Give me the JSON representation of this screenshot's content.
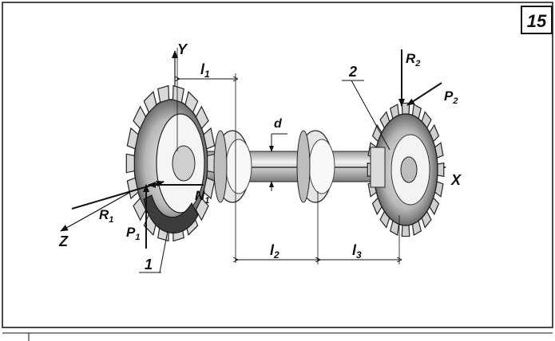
{
  "sheet": {
    "number": "15"
  },
  "axes": {
    "y": "Y",
    "x": "X",
    "z": "Z"
  },
  "dimensions": {
    "l1": "l",
    "l1_sub": "1",
    "l2": "l",
    "l2_sub": "2",
    "l3": "l",
    "l3_sub": "3",
    "d": "d"
  },
  "forces": {
    "R1": "R",
    "R1_sub": "1",
    "P1": "P",
    "P1_sub": "1",
    "N1": "N",
    "N1_sub": "1",
    "R2": "R",
    "R2_sub": "2",
    "P2": "P",
    "P2_sub": "2"
  },
  "parts": {
    "gear1": "1",
    "gear2": "2"
  }
}
